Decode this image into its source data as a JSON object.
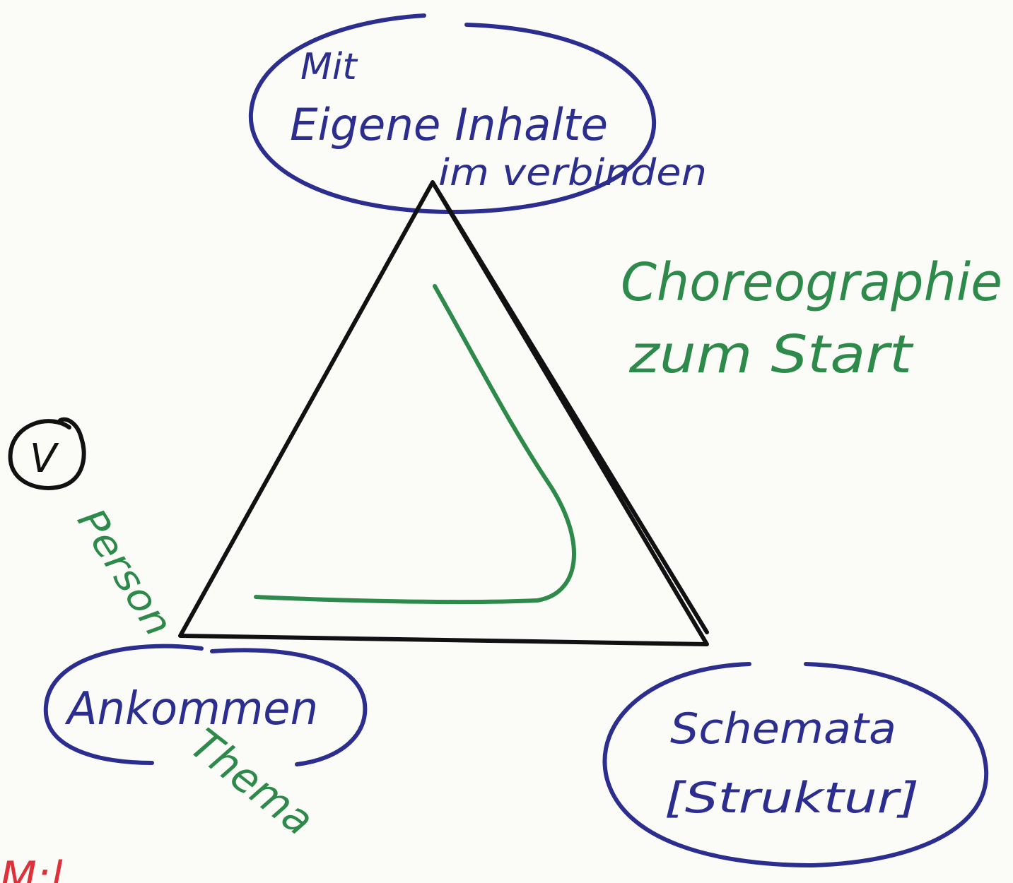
{
  "nodes": {
    "top": {
      "line1": "Mit",
      "line2": "Eigene Inhalte",
      "line3": "im verbinden"
    },
    "bottom_left": {
      "label": "Ankommen"
    },
    "bottom_right": {
      "line1": "Schemata",
      "line2": "[Struktur]"
    }
  },
  "annotations": {
    "right_title_line1": "Choreographie",
    "right_title_line2": "zum Start",
    "check_mark": "V",
    "left_edge_label": "Person",
    "bottom_left_label": "Thema",
    "corner_fragment": "M:l"
  },
  "colors": {
    "marker_blue": "#2b2e8f",
    "marker_green": "#2e8a4a",
    "marker_black": "#111111",
    "marker_red": "#e0303a"
  }
}
